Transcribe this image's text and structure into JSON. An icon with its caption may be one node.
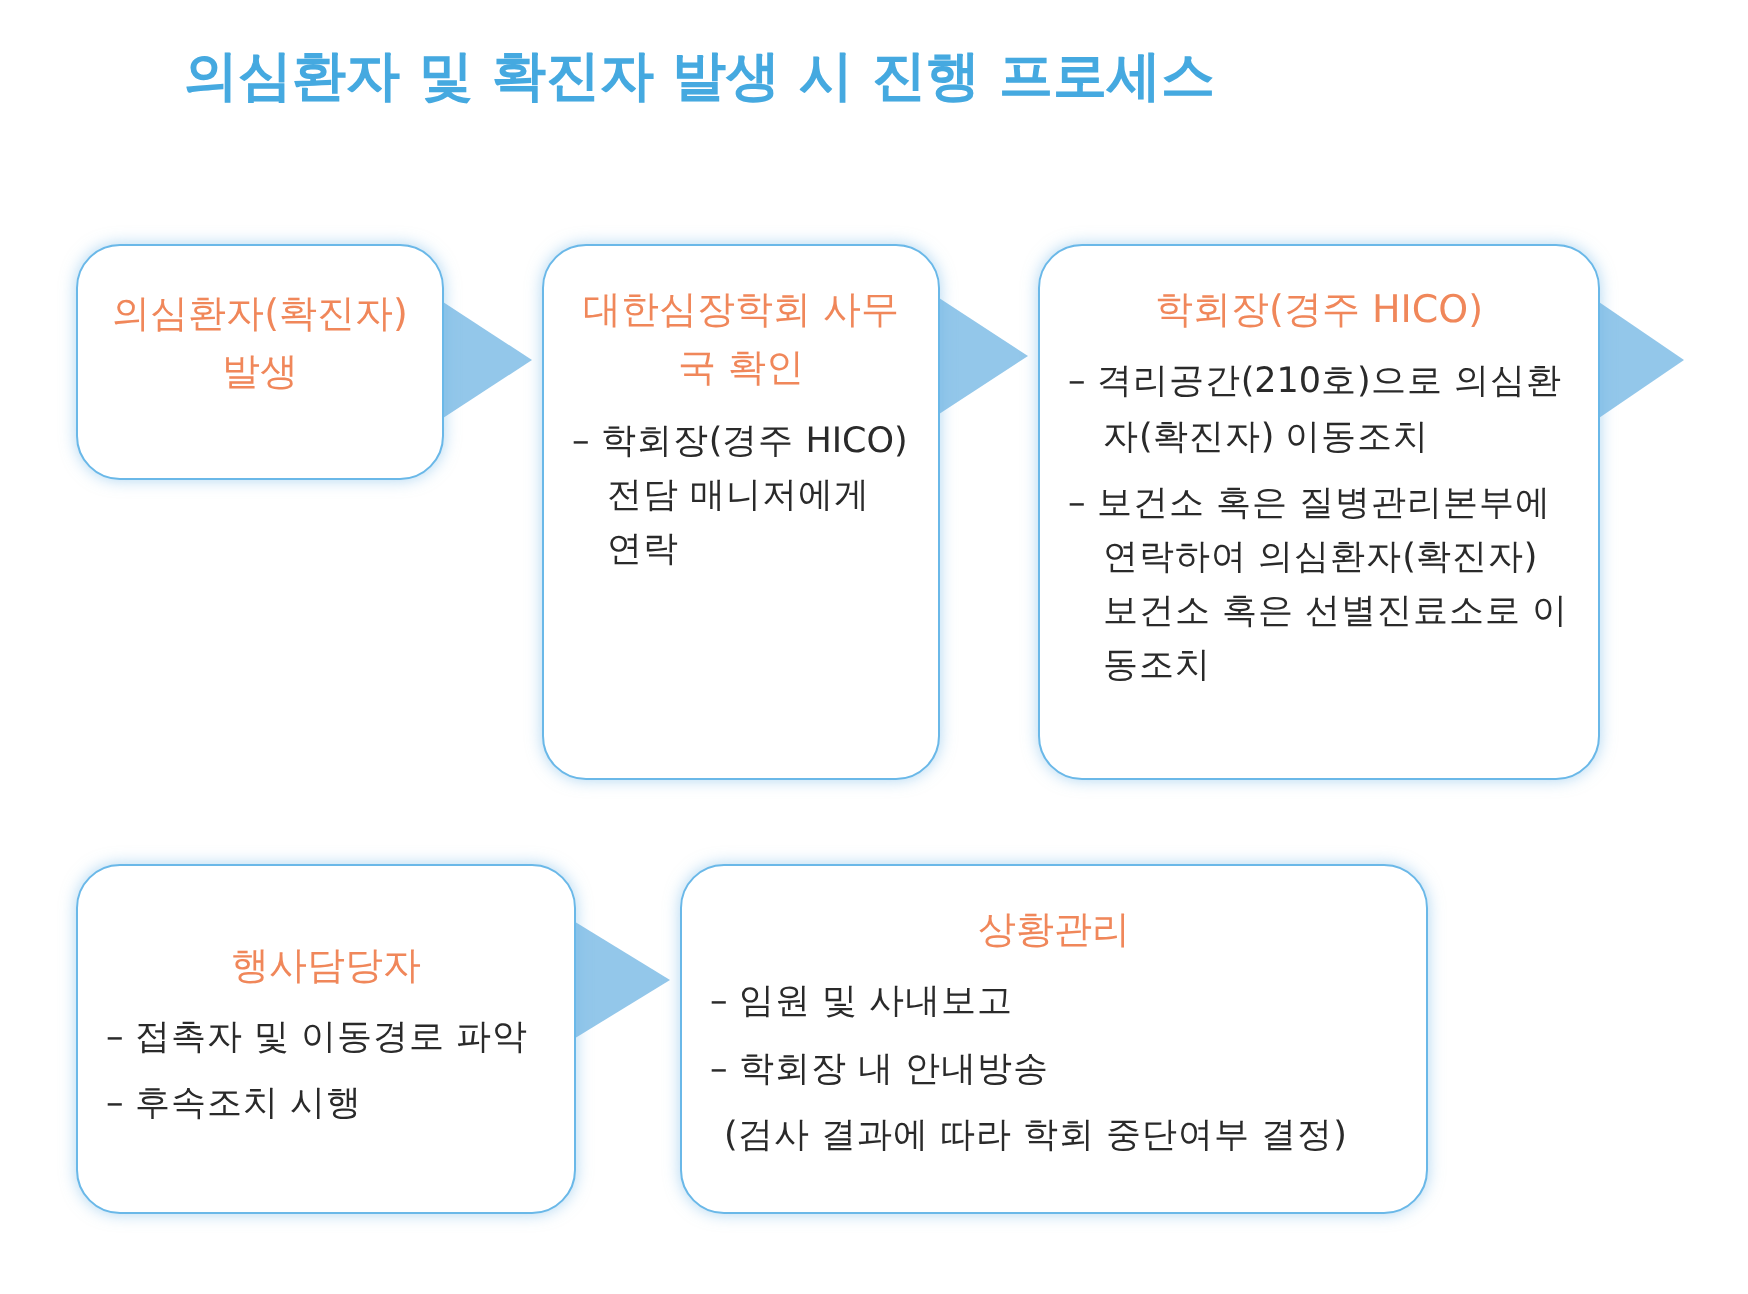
{
  "diagram": {
    "title": "의심환자 및 확진자 발생 시 진행 프로세스",
    "nodes": [
      {
        "text": [
          "의심환자(확진자) 발생"
        ]
      },
      {
        "text": [
          "대한심장학회 사무국 확인",
          "– 학회장(경주 HICO) 전담 매니저에게 연락"
        ]
      },
      {
        "text": [
          "학회장(경주 HICO)",
          "– 격리공간(210호)으로 의심환자(확진자) 이동조치",
          "– 보건소 혹은 질병관리본부에 연락하여 의심환자(확진자) 보건소 혹은 선별진료소로 이동조치"
        ]
      },
      {
        "text": [
          "행사담당자",
          "– 접촉자 및 이동경로 파악",
          "– 후속조치 시행"
        ]
      },
      {
        "text": [
          "상황관리",
          "– 임원 및 사내보고",
          "– 학회장 내 안내방송",
          "(검사 결과에 따라 학회 중단여부 결정)"
        ]
      }
    ],
    "edges": [
      {
        "from": 0,
        "to": 1,
        "arrow": "to"
      },
      {
        "from": 1,
        "to": 2,
        "arrow": "to"
      },
      {
        "from": 2,
        "to": null,
        "arrow": "to"
      },
      {
        "from": 3,
        "to": 4,
        "arrow": "to"
      }
    ]
  }
}
